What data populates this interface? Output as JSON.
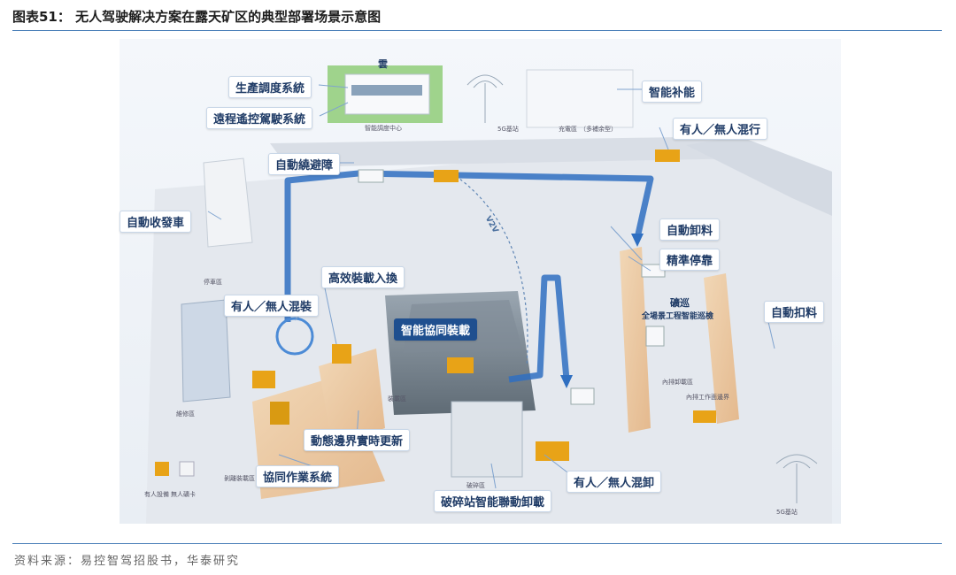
{
  "header": {
    "title": "图表51：  无人驾驶解决方案在露天矿区的典型部署场景示意图"
  },
  "footer": {
    "source": "资料来源：易控智驾招股书，华泰研究"
  },
  "diagram": {
    "labels": {
      "production_dispatch": "生產調度系統",
      "remote_driving": "遠程遙控駕駛系統",
      "cloud": "雲",
      "smart_replenish": "智能补能",
      "mixed_traffic": "有人／無人混行",
      "auto_avoid": "自動繞避障",
      "auto_unload": "自動卸料",
      "precise_parking": "精準停靠",
      "auto_retract": "自動收發車",
      "efficient_load_swap": "高效裝載入換",
      "mixed_loading": "有人／無人混裝",
      "smart_coop_loading": "智能協同裝載",
      "inspection_title": "礦巡",
      "inspection_sub": "全場景工程智能巡檢",
      "auto_deduct": "自動扣料",
      "dynamic_boundary": "動態邊界實時更新",
      "coop_system": "協同作業系統",
      "mixed_unloading": "有人／無人混卸",
      "crusher_unload": "破碎站智能聯動卸載",
      "v2v": "V2V"
    },
    "small_labels": {
      "control_center": "智能調度中心",
      "base_station_top": "5G基站",
      "charging_area": "充電區",
      "charging_note": "（多補余型）",
      "parking_area": "停車區",
      "repair_area": "維修區",
      "loading_area": "裝載區",
      "inner_dump": "內排卸載區",
      "inner_dump_edge": "內排工作面邊界",
      "crusher_area": "破碎區",
      "stripping_area": "剝離裝載區",
      "manned_equipment": "有人設備",
      "unmanned_mining_truck": "無人礦卡",
      "base_station_bottom": "5G基站"
    },
    "colors": {
      "route": "#2f6fc1",
      "truck": "#e8a317",
      "accent_frame": "#4a7fb8"
    }
  }
}
